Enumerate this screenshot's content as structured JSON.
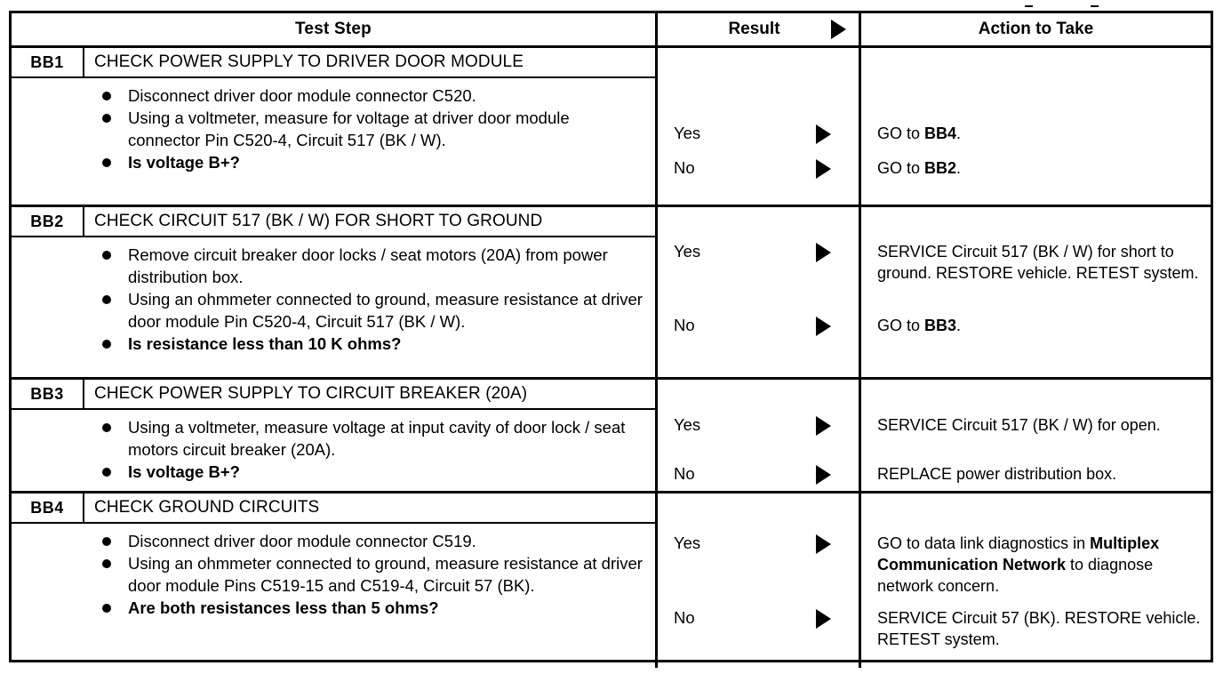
{
  "table": {
    "headers": {
      "test_step": "Test Step",
      "result": "Result",
      "action": "Action to Take",
      "result_arrow_icon": "triangle-right-icon"
    },
    "rows": [
      {
        "id": "BB1",
        "title": "CHECK POWER SUPPLY TO DRIVER DOOR MODULE",
        "bullets": [
          {
            "text": "Disconnect driver door module connector C520.",
            "bold": false
          },
          {
            "text": "Using a voltmeter, measure for voltage at driver door module connector Pin C520-4, Circuit 517 (BK / W).",
            "bold": false
          },
          {
            "text": "Is voltage B+?",
            "bold": true
          }
        ],
        "answers": [
          {
            "label": "Yes",
            "action_html": "GO to <b>BB4</b>."
          },
          {
            "label": "No",
            "action_html": "GO to <b>BB2</b>."
          }
        ]
      },
      {
        "id": "BB2",
        "title": "CHECK CIRCUIT 517 (BK / W) FOR SHORT TO GROUND",
        "bullets": [
          {
            "text": "Remove circuit breaker door locks / seat motors (20A) from power distribution box.",
            "bold": false
          },
          {
            "text": "Using an ohmmeter connected to ground, measure resistance at driver door module Pin C520-4, Circuit 517 (BK / W).",
            "bold": false
          },
          {
            "text": "Is resistance less than 10 K ohms?",
            "bold": true
          }
        ],
        "answers": [
          {
            "label": "Yes",
            "action_html": "SERVICE Circuit 517 (BK / W) for short to ground. RESTORE vehicle. RETEST system."
          },
          {
            "label": "No",
            "action_html": "GO to <b>BB3</b>."
          }
        ]
      },
      {
        "id": "BB3",
        "title": "CHECK POWER SUPPLY TO CIRCUIT BREAKER (20A)",
        "bullets": [
          {
            "text": "Using a voltmeter, measure voltage at input cavity of door lock / seat motors circuit breaker (20A).",
            "bold": false
          },
          {
            "text": "Is voltage B+?",
            "bold": true
          }
        ],
        "answers": [
          {
            "label": "Yes",
            "action_html": "SERVICE Circuit 517 (BK / W) for open."
          },
          {
            "label": "No",
            "action_html": "REPLACE power distribution box."
          }
        ]
      },
      {
        "id": "BB4",
        "title": "CHECK GROUND CIRCUITS",
        "bullets": [
          {
            "text": "Disconnect driver door module connector C519.",
            "bold": false
          },
          {
            "text": "Using an ohmmeter connected to ground, measure resistance at driver door module Pins C519-15 and C519-4, Circuit 57 (BK).",
            "bold": false
          },
          {
            "text": "Are both resistances less than 5 ohms?",
            "bold": true
          }
        ],
        "answers": [
          {
            "label": "Yes",
            "action_html": "GO to data link diagnostics in <b>Multiplex Communication Network</b> to diagnose network concern."
          },
          {
            "label": "No",
            "action_html": "SERVICE Circuit 57 (BK). RESTORE vehicle. RETEST system."
          }
        ]
      }
    ]
  },
  "colors": {
    "ink": "#000000",
    "paper": "#ffffff"
  }
}
